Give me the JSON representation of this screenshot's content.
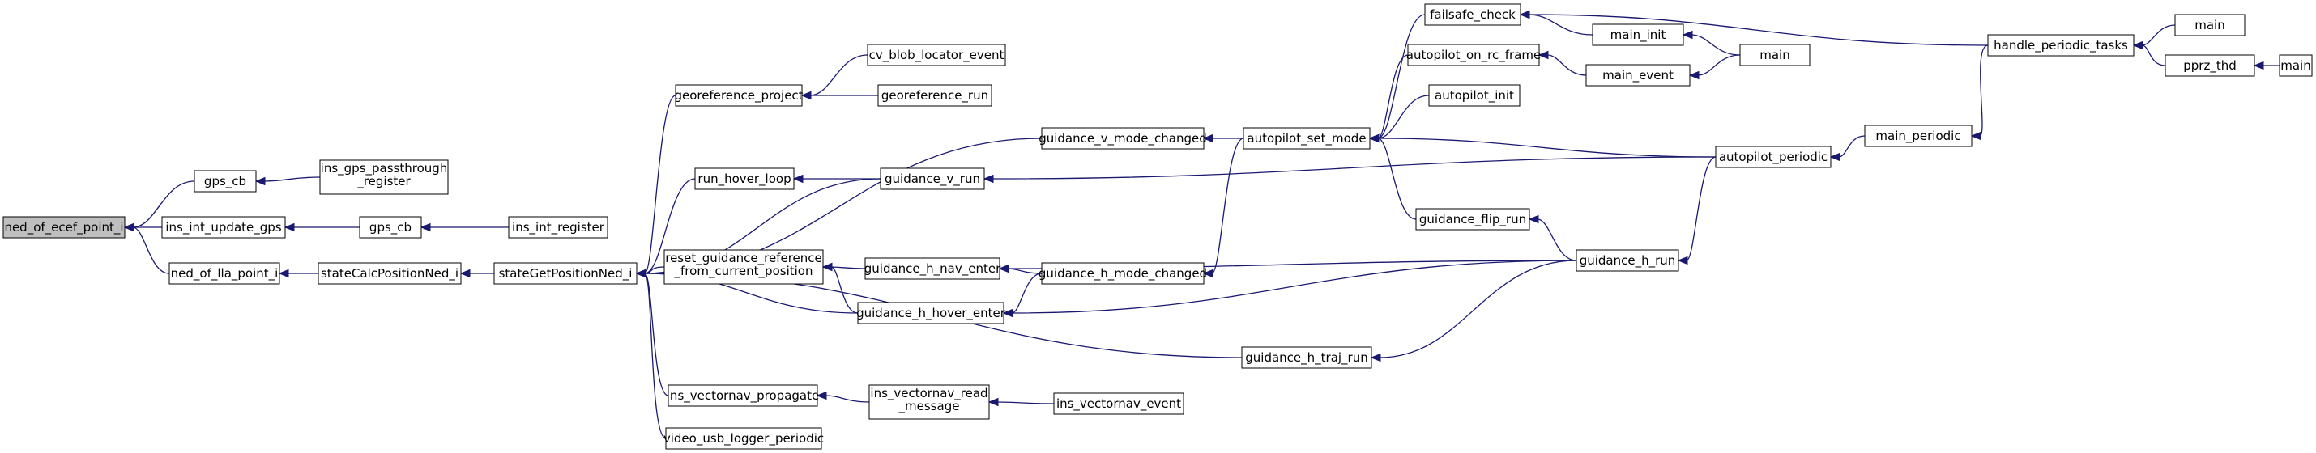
{
  "graph": {
    "nodes": [
      {
        "id": "ned_of_ecef_point_i",
        "label": [
          "ned_of_ecef_point_i"
        ],
        "highlight": true
      },
      {
        "id": "gps_cb_a",
        "label": [
          "gps_cb"
        ]
      },
      {
        "id": "ins_int_update_gps",
        "label": [
          "ins_int_update_gps"
        ]
      },
      {
        "id": "ned_of_lla_point_i",
        "label": [
          "ned_of_lla_point_i"
        ]
      },
      {
        "id": "ins_gps_passthrough_register",
        "label": [
          "ins_gps_passthrough",
          "_register"
        ]
      },
      {
        "id": "gps_cb_b",
        "label": [
          "gps_cb"
        ]
      },
      {
        "id": "ins_int_register",
        "label": [
          "ins_int_register"
        ]
      },
      {
        "id": "stateCalcPositionNed_i",
        "label": [
          "stateCalcPositionNed_i"
        ]
      },
      {
        "id": "stateGetPositionNed_i",
        "label": [
          "stateGetPositionNed_i"
        ]
      },
      {
        "id": "georeference_project",
        "label": [
          "georeference_project"
        ]
      },
      {
        "id": "cv_blob_locator_event",
        "label": [
          "cv_blob_locator_event"
        ]
      },
      {
        "id": "georeference_run",
        "label": [
          "georeference_run"
        ]
      },
      {
        "id": "run_hover_loop",
        "label": [
          "run_hover_loop"
        ]
      },
      {
        "id": "guidance_v_run",
        "label": [
          "guidance_v_run"
        ]
      },
      {
        "id": "guidance_v_mode_changed",
        "label": [
          "guidance_v_mode_changed"
        ]
      },
      {
        "id": "reset_guidance_reference_from_current_position",
        "label": [
          "reset_guidance_reference",
          "_from_current_position"
        ]
      },
      {
        "id": "guidance_h_nav_enter",
        "label": [
          "guidance_h_nav_enter"
        ]
      },
      {
        "id": "guidance_h_hover_enter",
        "label": [
          "guidance_h_hover_enter"
        ]
      },
      {
        "id": "guidance_h_mode_changed",
        "label": [
          "guidance_h_mode_changed"
        ]
      },
      {
        "id": "guidance_h_traj_run",
        "label": [
          "guidance_h_traj_run"
        ]
      },
      {
        "id": "ins_vectornav_propagate",
        "label": [
          "ins_vectornav_propagate"
        ]
      },
      {
        "id": "ins_vectornav_read_message",
        "label": [
          "ins_vectornav_read",
          "_message"
        ]
      },
      {
        "id": "ins_vectornav_event",
        "label": [
          "ins_vectornav_event"
        ]
      },
      {
        "id": "video_usb_logger_periodic",
        "label": [
          "video_usb_logger_periodic"
        ]
      },
      {
        "id": "autopilot_set_mode",
        "label": [
          "autopilot_set_mode"
        ]
      },
      {
        "id": "failsafe_check",
        "label": [
          "failsafe_check"
        ]
      },
      {
        "id": "autopilot_on_rc_frame",
        "label": [
          "autopilot_on_rc_frame"
        ]
      },
      {
        "id": "autopilot_init",
        "label": [
          "autopilot_init"
        ]
      },
      {
        "id": "guidance_flip_run",
        "label": [
          "guidance_flip_run"
        ]
      },
      {
        "id": "guidance_h_run",
        "label": [
          "guidance_h_run"
        ]
      },
      {
        "id": "main_init",
        "label": [
          "main_init"
        ]
      },
      {
        "id": "main_event",
        "label": [
          "main_event"
        ]
      },
      {
        "id": "main_a",
        "label": [
          "main"
        ]
      },
      {
        "id": "autopilot_periodic",
        "label": [
          "autopilot_periodic"
        ]
      },
      {
        "id": "main_periodic",
        "label": [
          "main_periodic"
        ]
      },
      {
        "id": "handle_periodic_tasks",
        "label": [
          "handle_periodic_tasks"
        ]
      },
      {
        "id": "main_b",
        "label": [
          "main"
        ]
      },
      {
        "id": "pprz_thd",
        "label": [
          "pprz_thd"
        ]
      },
      {
        "id": "main_c",
        "label": [
          "main"
        ]
      }
    ],
    "edges": [
      [
        "gps_cb_a",
        "ned_of_ecef_point_i"
      ],
      [
        "ins_int_update_gps",
        "ned_of_ecef_point_i"
      ],
      [
        "ned_of_lla_point_i",
        "ned_of_ecef_point_i"
      ],
      [
        "ins_gps_passthrough_register",
        "gps_cb_a"
      ],
      [
        "gps_cb_b",
        "ins_int_update_gps"
      ],
      [
        "ins_int_register",
        "gps_cb_b"
      ],
      [
        "stateCalcPositionNed_i",
        "ned_of_lla_point_i"
      ],
      [
        "stateGetPositionNed_i",
        "stateCalcPositionNed_i"
      ],
      [
        "georeference_project",
        "stateGetPositionNed_i"
      ],
      [
        "guidance_v_mode_changed",
        "stateGetPositionNed_i"
      ],
      [
        "run_hover_loop",
        "stateGetPositionNed_i"
      ],
      [
        "guidance_v_run",
        "stateGetPositionNed_i"
      ],
      [
        "reset_guidance_reference_from_current_position",
        "stateGetPositionNed_i"
      ],
      [
        "guidance_h_hover_enter",
        "stateGetPositionNed_i"
      ],
      [
        "guidance_h_traj_run",
        "stateGetPositionNed_i"
      ],
      [
        "ins_vectornav_propagate",
        "stateGetPositionNed_i"
      ],
      [
        "video_usb_logger_periodic",
        "stateGetPositionNed_i"
      ],
      [
        "cv_blob_locator_event",
        "georeference_project"
      ],
      [
        "georeference_run",
        "georeference_project"
      ],
      [
        "guidance_v_run",
        "run_hover_loop"
      ],
      [
        "autopilot_periodic",
        "guidance_v_run"
      ],
      [
        "autopilot_set_mode",
        "guidance_v_mode_changed"
      ],
      [
        "guidance_h_nav_enter",
        "reset_guidance_reference_from_current_position"
      ],
      [
        "guidance_h_hover_enter",
        "reset_guidance_reference_from_current_position"
      ],
      [
        "guidance_h_mode_changed",
        "guidance_h_nav_enter"
      ],
      [
        "guidance_h_run",
        "guidance_h_nav_enter"
      ],
      [
        "guidance_h_mode_changed",
        "guidance_h_hover_enter"
      ],
      [
        "guidance_h_run",
        "guidance_h_hover_enter"
      ],
      [
        "autopilot_set_mode",
        "guidance_h_mode_changed"
      ],
      [
        "guidance_h_run",
        "guidance_h_traj_run"
      ],
      [
        "ins_vectornav_read_message",
        "ins_vectornav_propagate"
      ],
      [
        "ins_vectornav_event",
        "ins_vectornav_read_message"
      ],
      [
        "failsafe_check",
        "autopilot_set_mode"
      ],
      [
        "autopilot_on_rc_frame",
        "autopilot_set_mode"
      ],
      [
        "autopilot_init",
        "autopilot_set_mode"
      ],
      [
        "autopilot_periodic",
        "autopilot_set_mode"
      ],
      [
        "guidance_flip_run",
        "autopilot_set_mode"
      ],
      [
        "main_init",
        "failsafe_check"
      ],
      [
        "handle_periodic_tasks",
        "failsafe_check"
      ],
      [
        "main_event",
        "autopilot_on_rc_frame"
      ],
      [
        "guidance_h_run",
        "guidance_flip_run"
      ],
      [
        "autopilot_periodic",
        "guidance_h_run"
      ],
      [
        "main_a",
        "main_init"
      ],
      [
        "main_a",
        "main_event"
      ],
      [
        "main_periodic",
        "autopilot_periodic"
      ],
      [
        "handle_periodic_tasks",
        "main_periodic"
      ],
      [
        "main_b",
        "handle_periodic_tasks"
      ],
      [
        "pprz_thd",
        "handle_periodic_tasks"
      ],
      [
        "main_c",
        "pprz_thd"
      ]
    ]
  }
}
